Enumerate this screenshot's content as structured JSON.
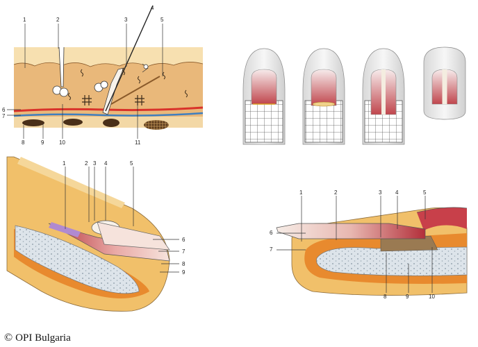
{
  "credit": {
    "symbol": "©",
    "text": "OPI Bulgaria"
  },
  "panels": {
    "skin": {
      "labels": [
        "1",
        "2",
        "3",
        "4",
        "5",
        "6",
        "7",
        "8",
        "9",
        "10",
        "11"
      ]
    },
    "nail_steps": {
      "count": 4
    },
    "nail_side": {
      "labels": [
        "1",
        "2",
        "3",
        "4",
        "5",
        "6",
        "7",
        "8",
        "9"
      ]
    },
    "nail_section": {
      "labels": [
        "1",
        "2",
        "3",
        "4",
        "5",
        "6",
        "7",
        "8",
        "9",
        "10"
      ]
    }
  },
  "colors": {
    "skin_top": "#f7e0b0",
    "dermis": "#e9b87a",
    "artery": "#d9322a",
    "vein": "#3f7fbf",
    "nail_pink": "#c8404a",
    "flesh": "#f1c06a",
    "bone": "#dbe3ea",
    "orange": "#e88a2e"
  }
}
